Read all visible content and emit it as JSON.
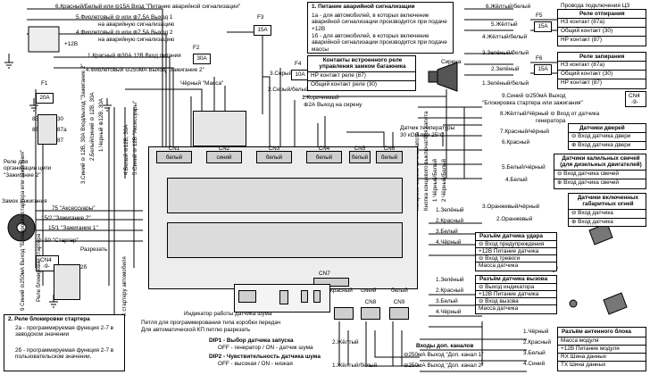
{
  "wires_left": {
    "w6": "6.Красный/Белый или ⊖15А Вход \"Питание аварийной сигнализации\"",
    "w5": "5.Фиолетовый ⊖ или ⊕7,5А Выход 1",
    "w5b": "на аварийную сигнализацию",
    "w4": "4.Фиолетовый ⊖ или ⊕7,5А Выход 2",
    "w4b": "на аварийную сигнализацию",
    "w1": "1.Красный ⊕30А 12В Вход питания",
    "w4f": "4.Фиолетовый ⊖250мА Выход \"Зажигание 2\"",
    "w3": "3.Серый",
    "w2": "2.Серый/белый",
    "black_mass": "Чёрный \"Масса\"",
    "plus12": "+12В",
    "w3ig": "3.Синий ⊖ 12В, 30А Вход/выход \"Зажигание 2\"",
    "w2ig": "2.Белый/синий ⊖ 12В, 30А",
    "w1ig": "1.Черный ⊕12В, 30А",
    "w4ig": "4.Белый ⊖12В, 30А",
    "w5ig": "5.Синий ⊖ 12В \"Аксессуары\"",
    "relay_ignition2": "Реле для организации цепи \"Зажигание 2\"",
    "ignition_lock": "Замок зажигания",
    "t75": "75 \"Аксессуары\"",
    "t15_2": "15/2 \"Зажигание 2\"",
    "t15_1": "15/1 \"Зажигание 1\"",
    "t50": "50 \"Стартер\"",
    "break": "Разрезать",
    "cn4": "CN4",
    "cn4n": "-9-",
    "blue_white_out": "9 Синий ⊖250мА Выход \"Блокировка стартера или зажигания\"",
    "block_relay": "Реле блокировки стартера",
    "starter_fwd": "К стартеру автомобиля",
    "r85": "85",
    "r86": "86",
    "r87": "87",
    "r87a": "87a",
    "r30": "30",
    "r26": "26",
    "r2b": "2б",
    "r2a": "2а"
  },
  "emergency": {
    "title": "1. Питание аварийной сигнализации",
    "a": "1а - для автомобилей, в которых включение аварийной сигнализации производится при подаче +12В",
    "b": "1б - для автомобилей, в которых включение аварийной сигнализации производится при подаче массы"
  },
  "trunk_contacts": {
    "title": "Контакты встроенного реле управления замком багажника",
    "nr": "НР контакт реле (87)",
    "common": "Общий контакт реле (30)"
  },
  "siren": {
    "label": "Сирена",
    "w1": "1.Коричневый",
    "w1b": "⊕2А Выход на сирену"
  },
  "temp_sensor": {
    "label": "Датчик температуры",
    "value": "30 кОм при 25°С"
  },
  "hood_button": {
    "label": "Концевой выключатель капота",
    "extra": "Кнопка концевого выключателя капота",
    "w1": "1 Чёрный/Белый",
    "w2": "2 Чёрный/Белый"
  },
  "fuses": {
    "f1": "F1",
    "f1v": "20A",
    "f2": "F2",
    "f2v": "30A",
    "f3": "F3",
    "f3v": "15A",
    "f4": "F4",
    "f4v": "10A",
    "f5": "F5",
    "f5v": "15A",
    "f6": "F6",
    "f6v": "15A"
  },
  "unit": {
    "cn1": "CN1",
    "cn1c": "белый",
    "cn2": "CN2",
    "cn2c": "синий",
    "cn3": "CN3",
    "cn3c": "белый",
    "cn4": "CN4",
    "cn4c": "белый",
    "cn5": "CN5",
    "cn5c": "белый",
    "cn6": "CN6",
    "cn6c": "белый",
    "cn7": "CN7",
    "cn8": "CN8",
    "cn9": "CN9",
    "noise_indicator": "Индикатор работы датчика шума",
    "gearbox_loop": "Петля для программирования типа коробки передач",
    "gearbox_loop2": "Для автоматической КП петлю разрезать",
    "dip1": "DIP1 - Выбор датчика запуска",
    "dip1v": "OFF - генератор / ON - датчик шума",
    "dip2": "DIP2 - Чувствительность датчика шума",
    "dip2v": "OFF - высокая / ON - низкая",
    "red": "красный",
    "blue": "синий",
    "white": "белый"
  },
  "relay_lock": {
    "title": "Реле отпирания",
    "w6": "6.Жёлтый/белый",
    "w5": "5.Жёлтый",
    "w4": "4.Жёлтый/белый",
    "nc": "НЗ контакт (87а)",
    "common": "Общий контакт (30)",
    "no": "НР контакт (87)",
    "top": "Провода подключения ЦЗ"
  },
  "relay_unlock": {
    "title": "Реле запирания",
    "w3": "3.Зелёный/белый",
    "w2": "2.Зелёный",
    "w1": "1.Зелёный/белый",
    "nc": "НЗ контакт (87а)",
    "common": "Общий контакт (30)",
    "no": "НР контакт (87)"
  },
  "right": {
    "w9": "9.Синий ⊖250мА Выход",
    "w9b": "\"Блокировка стартера или зажигания\"",
    "cn4": "CN4",
    "cn4n": "-9-",
    "w8": "8.Жёлтый/Чёрный ⊖ Вход от датчика",
    "w8b": "генератора",
    "w7": "7.Красный/чёрный",
    "w6": "6.Красный",
    "door_title": "Датчики дверей",
    "door_minus": "⊖ Вход датчика двери",
    "door_plus": "⊕ Вход датчика двери",
    "w5": "5.Белый/чёрный",
    "w4": "4.Белый",
    "glow_title": "Датчики калильных свечей (для дизельных двигателей)",
    "glow_minus": "⊖ Вход датчика свечей",
    "glow_plus": "⊕ Вход датчика свечей",
    "w3": "3.Оранжевый/чёрный",
    "w2": "2.Оранжевый",
    "dim_title": "Датчики включенных габаритных огней",
    "dim_minus": "⊖ Вход датчика",
    "dim_plus": "⊕ Вход датчика"
  },
  "shock": {
    "title": "Разъём датчика удара",
    "w1": "1.Зелёный",
    "w2": "2.Красный",
    "w3": "3.Белый",
    "w4": "4.Чёрный",
    "r1": "⊖ Вход предупреждения",
    "r2": "+12В Питание датчика",
    "r3": "⊖ Вход тревоги",
    "r4": "Масса датчика"
  },
  "call": {
    "title": "Разъём датчика вызова",
    "w1": "1.Зелёный",
    "w2": "2.Красный",
    "w3": "3.Белый",
    "w4": "4.Чёрный",
    "r1": "⊖ Выход индикатора",
    "r2": "+12В Питание датчика",
    "r3": "⊖ Вход вызова",
    "r4": "Масса датчика"
  },
  "antenna": {
    "title": "Разъём антенного блока",
    "w1": "1.Чёрный",
    "w2": "2.Красный",
    "w3": "3.Белый",
    "w4": "4.Синий",
    "r1": "Масса модуля",
    "r2": "+12В Питание модуля",
    "r3": "RX Шина данных",
    "r4": "TX Шина данных"
  },
  "aux": {
    "title": "Входы доп. каналов",
    "w2": "2.Жёлтый",
    "w2b": "⊖250мА Выход \"Доп. канал 1\"",
    "w1": "1.Жёлтый/белый",
    "w1b": "⊖250мА Выход \"Доп. канал 2\""
  },
  "relay_block_box": {
    "title": "2. Реле блокировки стартера",
    "a": "2а - программируемая функция 2-7 в заводском значении",
    "b": "2б - программируемая функция 2-7 в пользовательском значении."
  }
}
